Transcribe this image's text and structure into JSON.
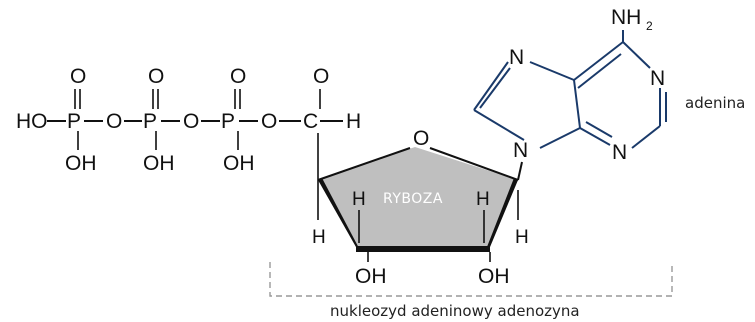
{
  "atoms": {
    "ho_left": "HO",
    "p": "P",
    "o": "O",
    "oh": "OH",
    "c": "C",
    "h": "H",
    "n": "N",
    "nh": "NH",
    "nh_sub": "2"
  },
  "labels": {
    "adenine": "adenina",
    "ribose": "RYBOZA",
    "nucleoside": "nukleozyd adeninowy adenozyna"
  },
  "colors": {
    "ribose_fill": "#bfbfbf",
    "bond": "#111111",
    "bracket": "#999999"
  }
}
